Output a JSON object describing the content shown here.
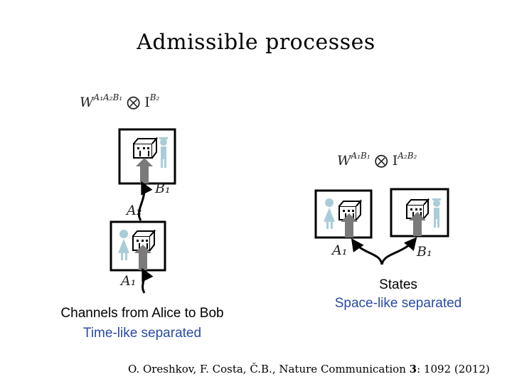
{
  "slide": {
    "title": "Admissible processes",
    "left": {
      "formula": {
        "W": "W",
        "w_sup": "A₁A₂B₁",
        "otimes": "⨂",
        "I": "I",
        "i_sup": "B₂"
      },
      "labels": {
        "b1": "B₁",
        "a2": "A₂",
        "a1": "A₁"
      },
      "caption_line1": "Channels from Alice to Bob",
      "caption_line2": "Time-like separated"
    },
    "right": {
      "formula": {
        "W": "W",
        "w_sup": "A₁B₁",
        "otimes": "⨂",
        "I": "I",
        "i_sup": "A₂B₂"
      },
      "labels": {
        "a1": "A₁",
        "b1": "B₁"
      },
      "caption_line1": "States",
      "caption_line2": "Space-like separated"
    },
    "citation_prefix": "O. Oreshkov, F. Costa, Č.B., Nature Communication ",
    "citation_volume": "3",
    "citation_suffix": ": 1092 (2012)"
  },
  "colors": {
    "caption_blue": "#2a4aa8",
    "arrow_gray": "#7a7a7a",
    "figure_blue": "#a9cdd8"
  }
}
